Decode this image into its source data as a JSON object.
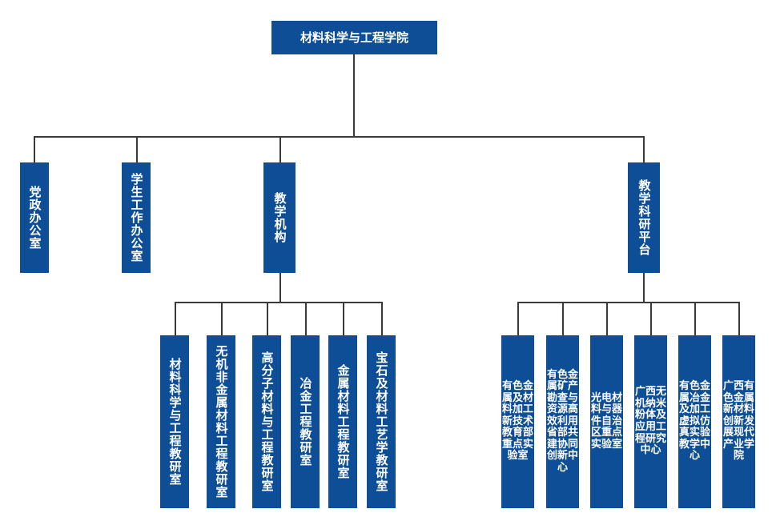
{
  "chart_data": {
    "type": "diagram",
    "diagram_type": "organizational-tree",
    "title": "材料科学与工程学院",
    "orientation": "top-down",
    "levels": 3,
    "colors": {
      "node_fill": "#0d4e96",
      "node_text": "#ffffff",
      "connector": "#3a3a3a",
      "background": "#ffffff"
    }
  },
  "root": {
    "label": "材料科学与工程学院"
  },
  "level2": [
    {
      "id": "party-admin-office",
      "label": "党政办公室",
      "orientation": "vertical"
    },
    {
      "id": "student-affairs-office",
      "label": "学生工作办公室",
      "orientation": "vertical"
    },
    {
      "id": "teaching-organizations",
      "label": "教学机构",
      "orientation": "vertical"
    },
    {
      "id": "teaching-research-platform",
      "label": "教学科研平台",
      "orientation": "vertical"
    }
  ],
  "teaching_organizations": {
    "parent": "教学机构",
    "children": [
      {
        "id": "dept-materials-science-engineering",
        "label": "材料科学与工程教研室"
      },
      {
        "id": "dept-inorganic-nonmetallic",
        "label": "无机非金属材料工程教研室"
      },
      {
        "id": "dept-polymer-materials",
        "label": "高分子材料与工程教研室"
      },
      {
        "id": "dept-metallurgical-engineering",
        "label": "冶金工程教研室"
      },
      {
        "id": "dept-metal-materials-engineering",
        "label": "金属材料工程教研室"
      },
      {
        "id": "dept-gemology-materials-technology",
        "label": "宝石及材料工艺学教研室"
      }
    ]
  },
  "teaching_research_platform": {
    "parent": "教学科研平台",
    "children": [
      {
        "id": "platform-nonferrous-processing-lab",
        "label": "有色金属及材料加工新技术教育部重点实验室"
      },
      {
        "id": "platform-mineral-exploration-center",
        "label": "有色金属矿产勘查与资源高效利用省部共建协同创新中心"
      },
      {
        "id": "platform-optoelectronic-lab",
        "label": "光电材料与器件自治区重点实验室"
      },
      {
        "id": "platform-nano-powder-center",
        "label": "广西无机纳米粉体及应用工程研究中心"
      },
      {
        "id": "platform-virtual-simulation-center",
        "label": "有色金属冶金及加工虚拟仿真实验教学中心"
      },
      {
        "id": "platform-modern-industry-college",
        "label": "广西有色金属新材料创新发展现代产业学院"
      }
    ]
  }
}
